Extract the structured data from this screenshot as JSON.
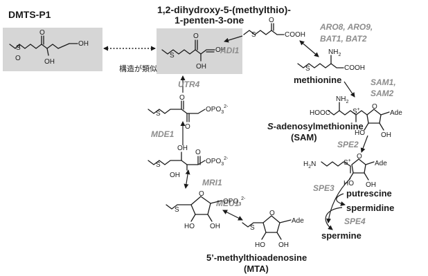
{
  "compounds": {
    "dmts": "DMTS-P1",
    "dhmtp_line1": "1,2-dihydroxy-5-(methylthio)-",
    "dhmtp_line2": "1-penten-3-one",
    "methionine": "methionine",
    "sam_line1_italic": "S",
    "sam_line1_rest": "-adenosylmethionine",
    "sam_line2": "(SAM)",
    "putrescine": "putrescine",
    "spermidine": "spermidine",
    "spermine": "spermine",
    "mta_line1": "5’-methylthioadenosine",
    "mta_line2": "(MTA)"
  },
  "enzymes": {
    "aro_line1": "ARO8, ARO9,",
    "aro_line2": "BAT1, BAT2",
    "adi1": "ADI1",
    "sam_line1": "SAM1,",
    "sam_line2": "SAM2",
    "spe2": "SPE2",
    "spe3": "SPE3",
    "spe4": "SPE4",
    "utr4": "UTR4",
    "mde1": "MDE1",
    "mri1": "MRI1",
    "meu1": "MEU1"
  },
  "annotation": {
    "similar": "構造が類似"
  },
  "atoms": {
    "S": "S",
    "O": "O",
    "OH": "OH",
    "HO": "HO",
    "OOH": "OOH",
    "COOH": "COOH",
    "HOOC": "HOOC",
    "NH2": "NH",
    "sub2": "2",
    "H2N": "H",
    "N": "N",
    "Ade": "Ade",
    "phosphate": "OPO",
    "sub3": "3",
    "charge": "2-",
    "plus": "+"
  },
  "colors": {
    "highlight_box": "#d6d6d6",
    "enzyme_text": "#8c8c8c",
    "ink": "#1a1a1a"
  }
}
